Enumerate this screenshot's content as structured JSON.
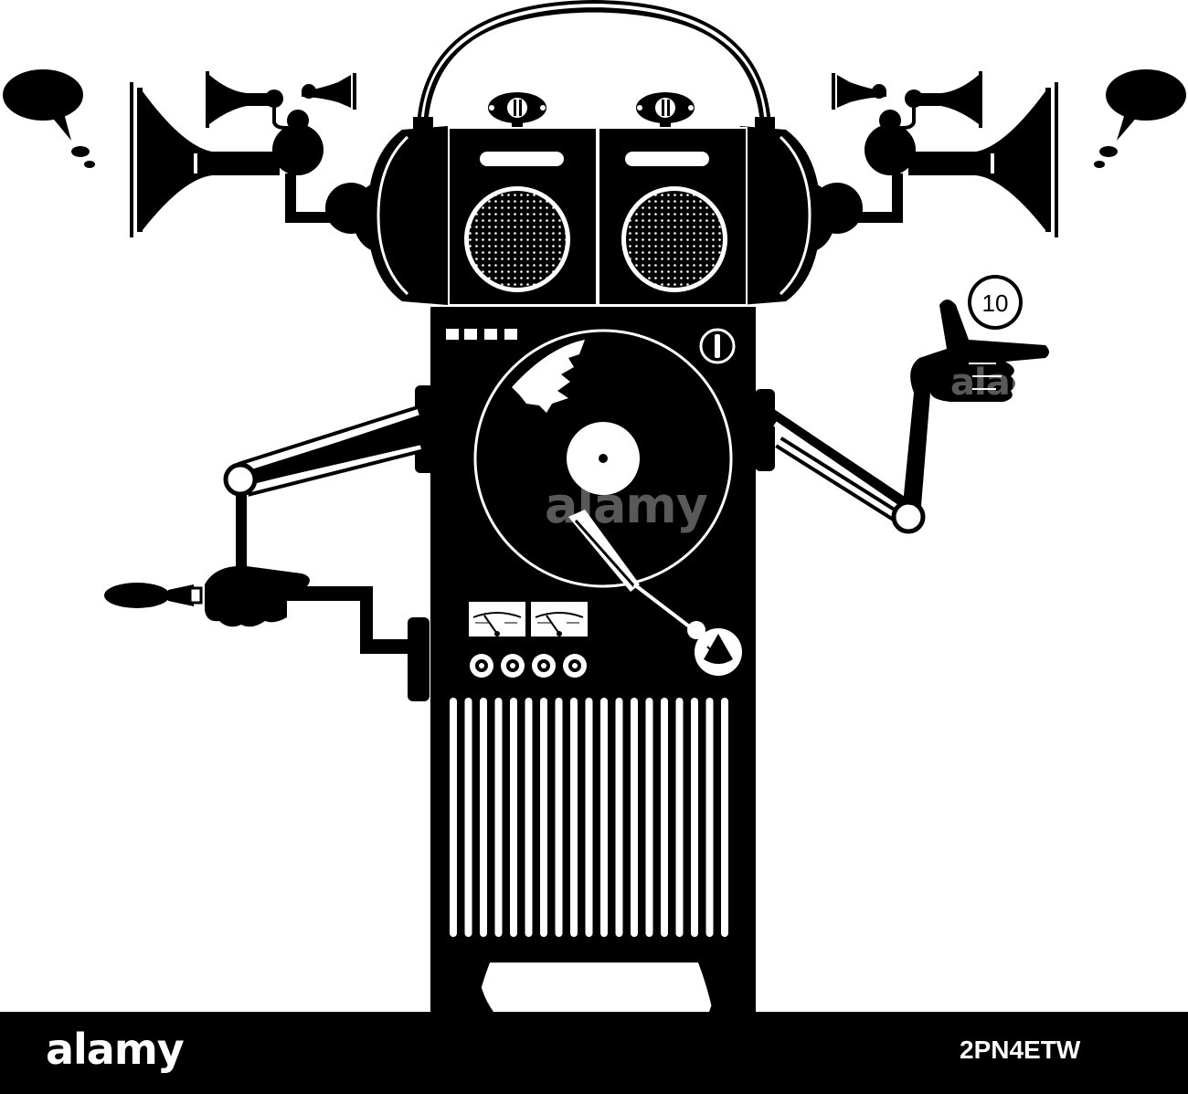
{
  "illustration": {
    "coin_label": "10",
    "colors": {
      "ink": "#000000",
      "paper": "#ffffff"
    }
  },
  "watermark": {
    "text": "alamy"
  },
  "footer": {
    "brand": "alamy",
    "stock_id": "2PN4ETW"
  }
}
